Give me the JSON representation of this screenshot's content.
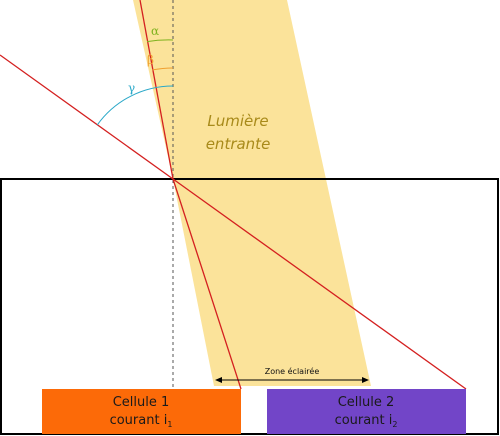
{
  "light": {
    "line1": "Lumière",
    "line2": "entrante",
    "color": "#fbe39a",
    "text_color": "#a88a1a"
  },
  "angles": {
    "alpha": {
      "symbol": "α",
      "color": "#7fb21e"
    },
    "beta": {
      "symbol": "β",
      "color": "#f0a030"
    },
    "gamma": {
      "symbol": "γ",
      "color": "#2aa8c8"
    }
  },
  "zone_label": "Zone éclairée",
  "cell1": {
    "line1": "Cellule 1",
    "line2_main": "courant i",
    "line2_sub": "1",
    "color": "#fc6a08"
  },
  "cell2": {
    "line1": "Cellule 2",
    "line2_main": "courant i",
    "line2_sub": "2",
    "color": "#7245c8"
  },
  "colors": {
    "ray": "#d42020",
    "block_outline": "#000000",
    "normal": "#555555"
  }
}
